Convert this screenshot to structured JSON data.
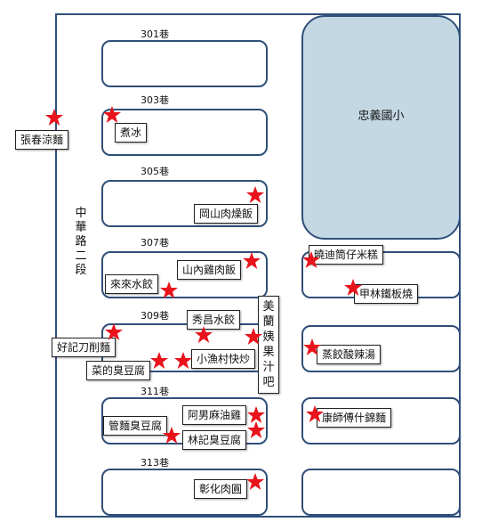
{
  "map": {
    "road": "中\n華\n路\n二\n段",
    "school": "忠義國小",
    "lanes": [
      "301巷",
      "303巷",
      "305巷",
      "307巷",
      "309巷",
      "311巷",
      "313巷"
    ],
    "shops": {
      "zhang_chun": "張春涼麵",
      "zhu_bing": "煮冰",
      "gangshan": "岡山肉燥飯",
      "shannei": "山內雞肉飯",
      "laila": "來來水餃",
      "xiaodi": "曉迪筒仔米糕",
      "jialin": "甲林鐵板燒",
      "xiuchang": "秀昌水餃",
      "haoji": "好記刀削麵",
      "xiaoyucun": "小漁村快炒",
      "caide": "菜的臭豆腐",
      "meilan": "美\n蘭\n姨\n果\n汁\n吧",
      "zhengjiao": "蒸餃酸辣湯",
      "anan": "阿男麻油雞",
      "guanmian": "管麵臭豆腐",
      "linji": "林記臭豆腐",
      "kangshi": "康師傅什錦麵",
      "zhanghua": "彰化肉圓"
    },
    "star_color": "#e8131b",
    "border_color": "#2f4f7a",
    "school_color": "#c4d8e3"
  }
}
